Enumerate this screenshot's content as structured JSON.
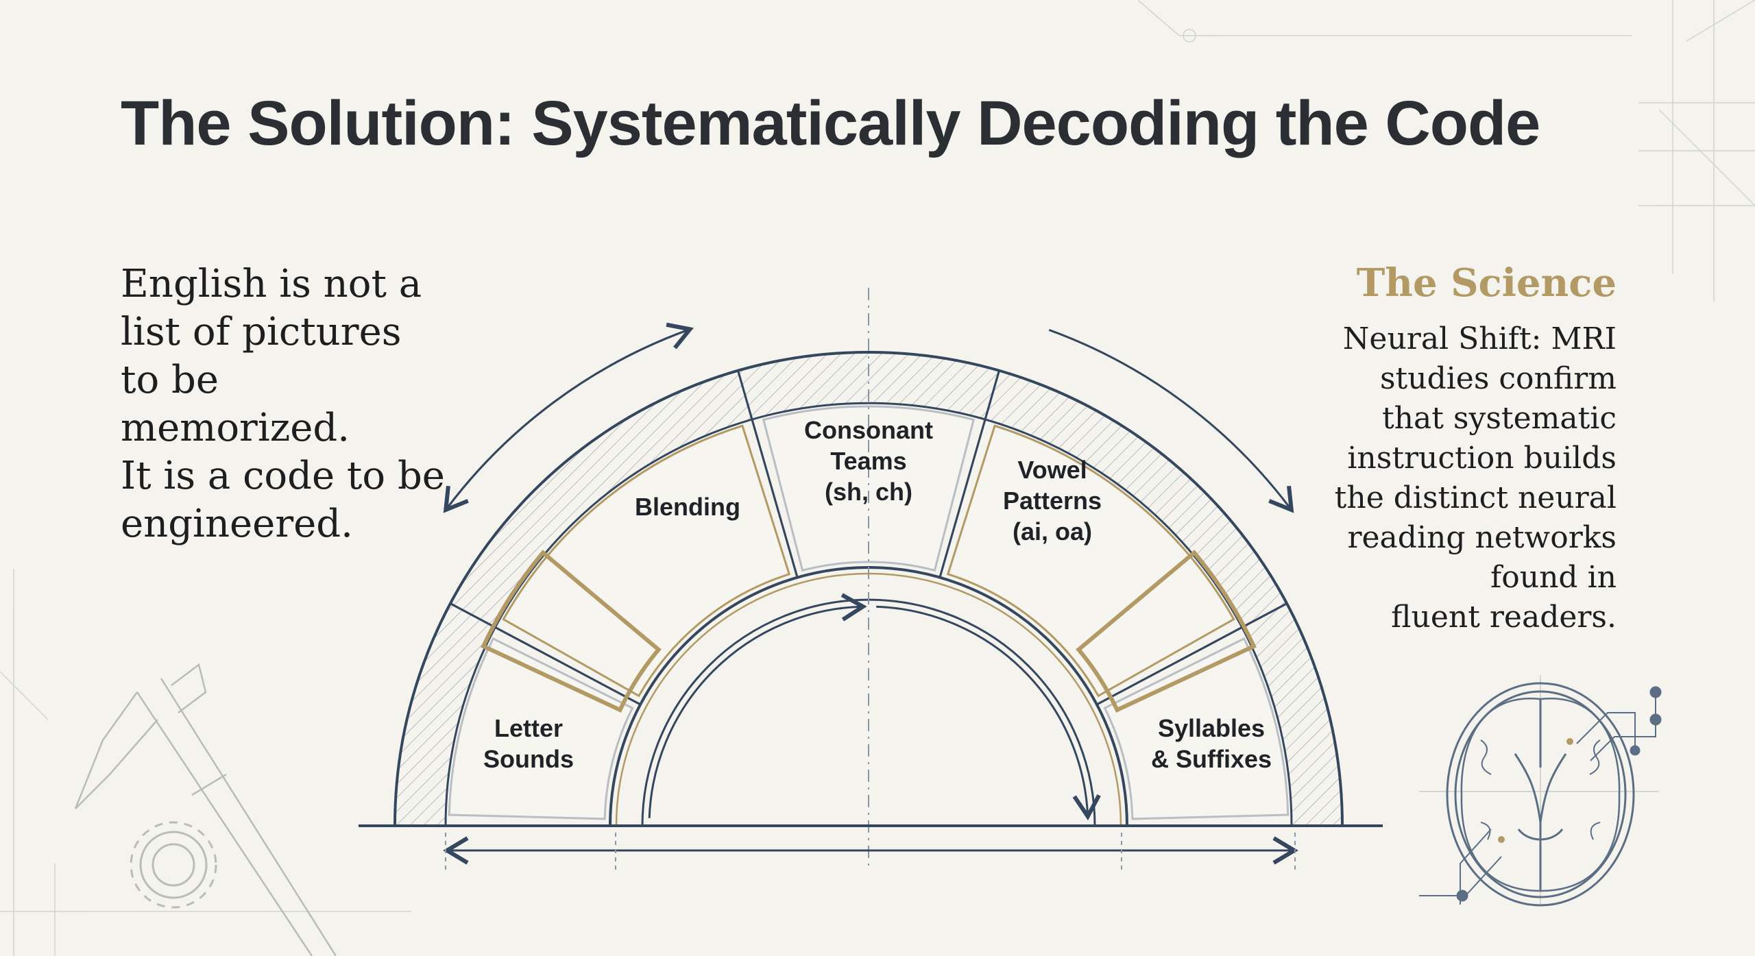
{
  "title": "The Solution: Systematically Decoding the Code",
  "lead_lines": [
    "English is not a",
    "list of pictures",
    "to be",
    "memorized.",
    "It is a code to be",
    "engineered."
  ],
  "science": {
    "heading": "The Science",
    "lines": [
      "Neural Shift: MRI",
      "studies confirm",
      "that systematic",
      "instruction builds",
      "the distinct neural",
      "reading networks",
      "found in",
      "fluent readers."
    ]
  },
  "segments": [
    {
      "lines": [
        "Letter",
        "Sounds"
      ]
    },
    {
      "lines": [
        "Blending"
      ]
    },
    {
      "lines": [
        "Consonant",
        "Teams",
        "(sh, ch)"
      ]
    },
    {
      "lines": [
        "Vowel",
        "Patterns",
        "(ai, oa)"
      ]
    },
    {
      "lines": [
        "Syllables",
        "& Suffixes"
      ]
    }
  ],
  "colors": {
    "navy": "#34475e",
    "gold": "#b39a64",
    "background": "#f4f3ee",
    "text": "#1e1e1e"
  },
  "icons": [
    "brain-scan-icon",
    "caliper-icon",
    "gear-icon"
  ]
}
